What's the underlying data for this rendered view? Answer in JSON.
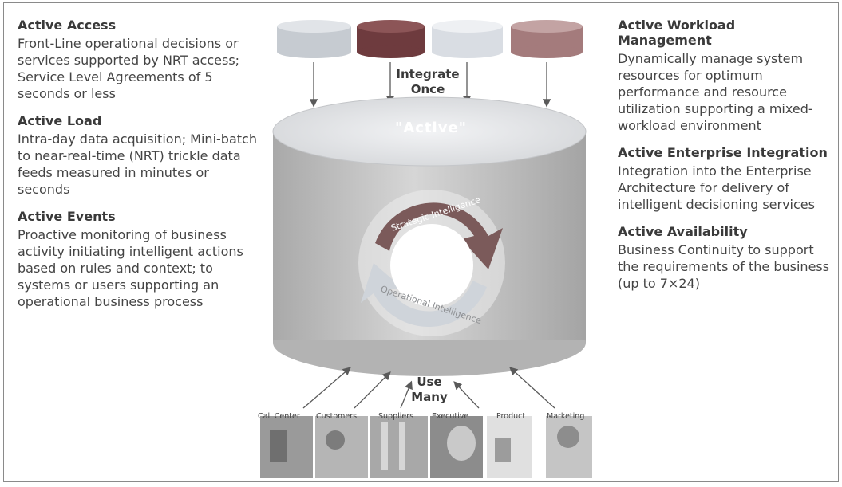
{
  "left_blocks": [
    {
      "title": "Active Access",
      "body": "Front-Line operational decisions or services supported by NRT access; Service Level Agreements of 5 seconds or less"
    },
    {
      "title": "Active Load",
      "body": "Intra-day data acquisition; Mini-batch to near-real-time (NRT) trickle data feeds measured in minutes or seconds"
    },
    {
      "title": "Active Events",
      "body": "Proactive monitoring of business activity initiating intelligent actions based on rules and context; to systems or users supporting an operational business process"
    }
  ],
  "right_blocks": [
    {
      "title": "Active Workload Management",
      "body": "Dynamically manage system resources for optimum performance and resource utilization supporting a mixed-workload environment"
    },
    {
      "title": "Active Enterprise Integration",
      "body": "Integration into the Enterprise Architecture for delivery of intelligent decisioning services"
    },
    {
      "title": "Active Availability",
      "body": "Business Continuity to support the requirements of the business (up to 7×24)"
    }
  ],
  "center": {
    "integrate_line1": "Integrate",
    "integrate_line2": "Once",
    "active_label": "\"Active\"",
    "strategic_label": "Strategic Intelligence",
    "operational_label": "Operational Intelligence",
    "use_line1": "Use",
    "use_line2": "Many"
  },
  "source_colors": [
    "#c6cbd1",
    "#6e3b3e",
    "#d9dde3",
    "#a47b7c"
  ],
  "photo_captions": [
    "Call Center",
    "Customers",
    "Suppliers",
    "Executive",
    "Product",
    "Marketing"
  ],
  "colors": {
    "cylinder_body": "#c7c7c7",
    "cylinder_top": "#e3e4e6",
    "strategic_arrow": "#7b5a5a",
    "operational_arrow": "#cfd4da",
    "text": "#3a3a3a"
  }
}
